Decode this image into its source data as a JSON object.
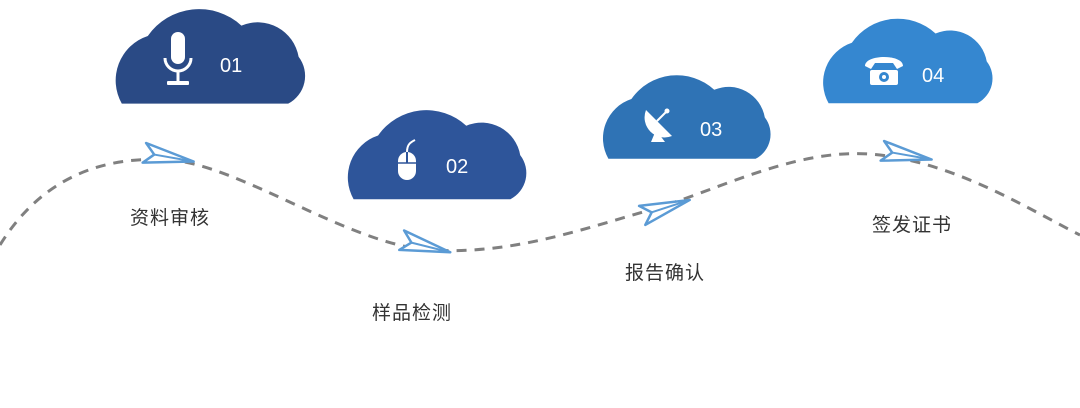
{
  "steps": [
    {
      "number": "01",
      "label": "资料审核",
      "icon": "microphone-icon",
      "color": "#2a4a85"
    },
    {
      "number": "02",
      "label": "样品检测",
      "icon": "mouse-icon",
      "color": "#2e559a"
    },
    {
      "number": "03",
      "label": "报告确认",
      "icon": "satellite-dish-icon",
      "color": "#2f73b5"
    },
    {
      "number": "04",
      "label": "签发证书",
      "icon": "telephone-icon",
      "color": "#3587d0"
    }
  ],
  "colors": {
    "path": "#808080",
    "plane": "#5b9bd5",
    "text": "#333333"
  }
}
